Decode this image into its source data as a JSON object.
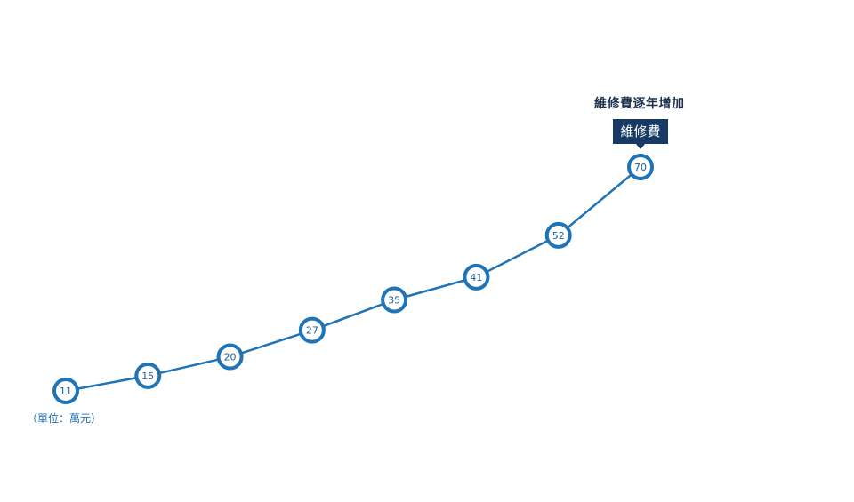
{
  "headline": "維修費逐年增加",
  "callout_label": "維修費",
  "unit_note": "（單位：萬元）",
  "colors": {
    "line": "#1f73b7",
    "callout_bg": "#163a63",
    "text_dark": "#1c2f4d"
  },
  "chart_data": {
    "type": "line",
    "series": [
      {
        "name": "維修費",
        "values": [
          11,
          15,
          20,
          27,
          35,
          41,
          52,
          70
        ]
      }
    ],
    "data_labels": [
      "11",
      "15",
      "20",
      "27",
      "35",
      "41",
      "52",
      "70"
    ],
    "title": "維修費逐年增加",
    "unit": "（單位：萬元）",
    "grid": false,
    "legend": "callout at last point"
  }
}
